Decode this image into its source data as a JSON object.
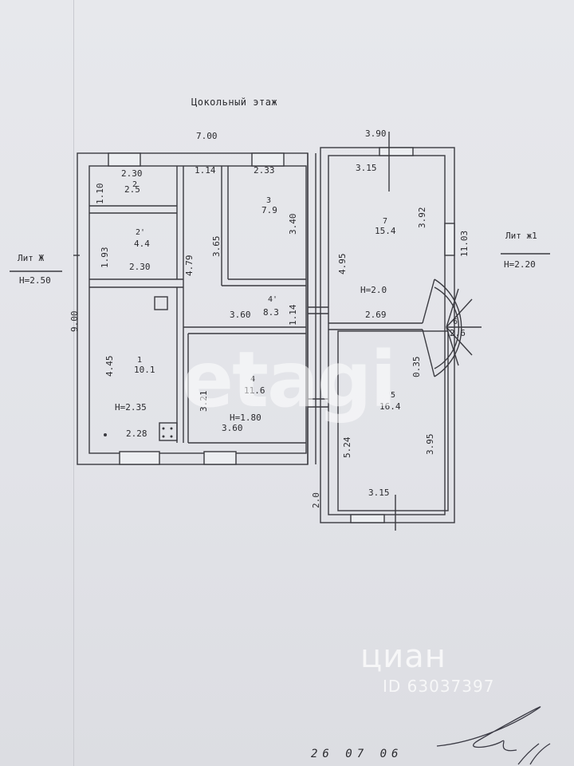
{
  "title": "Цокольный этаж",
  "side_labels": {
    "left_lit": "Лит Ж",
    "left_h": "H=2.50",
    "right_lit": "Лит ж1",
    "right_h": "H=2.20"
  },
  "outer_dims": {
    "top_left": "7.00",
    "top_right": "3.90",
    "left_height": "9.00",
    "right_height": "11.03",
    "bottom_offset": "2.0"
  },
  "rooms": [
    {
      "num": "2",
      "area": "2.5",
      "w": "2.30",
      "h": "1.10"
    },
    {
      "num": "2'",
      "area": "4.4",
      "w": "2.30",
      "h": "1.93"
    },
    {
      "num": "1",
      "area": "10.1",
      "w": "2.28",
      "h": "4.45",
      "ceiling": "H=2.35"
    },
    {
      "num": "3",
      "area": "7.9",
      "w": "2.33",
      "h": "3.40",
      "side": "3.65"
    },
    {
      "num": "4'",
      "area": "8.3",
      "w": "3.60",
      "h": "1.14",
      "side": "4.79",
      "corridor_w": "1.14"
    },
    {
      "num": "4",
      "area": "11.6",
      "w": "3.60",
      "h": "3.21",
      "ceiling": "H=1.80"
    },
    {
      "num": "7",
      "area": "15.4",
      "w": "3.15",
      "h": "3.92",
      "side": "4.95",
      "ceiling": "H=2.0"
    },
    {
      "num": "5",
      "area": "16.4",
      "w": "3.15",
      "h": "3.95",
      "side": "5.24",
      "extra": "0.35"
    },
    {
      "num": "6",
      "area": "2.6"
    }
  ],
  "mid_dim": "2.69",
  "watermarks": {
    "etagi": "etagi",
    "cian": "циан",
    "cian_id": "ID 63037397"
  },
  "date": "26 07 06"
}
